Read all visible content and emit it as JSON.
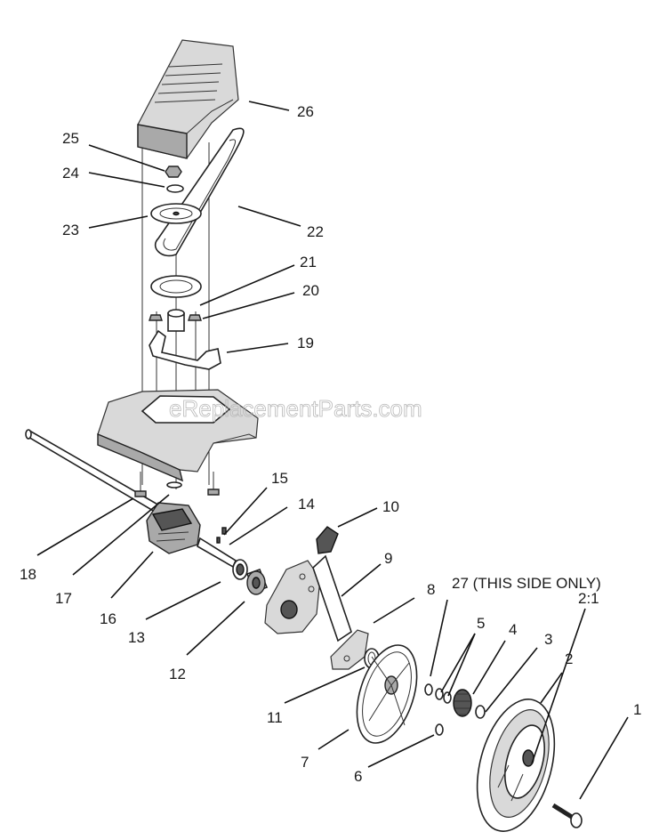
{
  "watermark": "eReplacementParts.com",
  "callouts": [
    {
      "id": "26",
      "text": "26"
    },
    {
      "id": "25",
      "text": "25"
    },
    {
      "id": "24",
      "text": "24"
    },
    {
      "id": "23",
      "text": "23"
    },
    {
      "id": "22",
      "text": "22"
    },
    {
      "id": "21",
      "text": "21"
    },
    {
      "id": "20",
      "text": "20"
    },
    {
      "id": "19",
      "text": "19"
    },
    {
      "id": "18",
      "text": "18"
    },
    {
      "id": "17",
      "text": "17"
    },
    {
      "id": "16",
      "text": "16"
    },
    {
      "id": "15",
      "text": "15"
    },
    {
      "id": "14",
      "text": "14"
    },
    {
      "id": "13",
      "text": "13"
    },
    {
      "id": "12",
      "text": "12"
    },
    {
      "id": "11",
      "text": "11"
    },
    {
      "id": "10",
      "text": "10"
    },
    {
      "id": "9",
      "text": "9"
    },
    {
      "id": "8",
      "text": "8"
    },
    {
      "id": "7",
      "text": "7"
    },
    {
      "id": "6",
      "text": "6"
    },
    {
      "id": "5",
      "text": "5"
    },
    {
      "id": "4",
      "text": "4"
    },
    {
      "id": "3",
      "text": "3"
    },
    {
      "id": "2",
      "text": "2"
    },
    {
      "id": "2:1",
      "text": "2:1"
    },
    {
      "id": "1",
      "text": "1"
    },
    {
      "id": "27",
      "text": "27 (THIS SIDE ONLY)"
    }
  ]
}
